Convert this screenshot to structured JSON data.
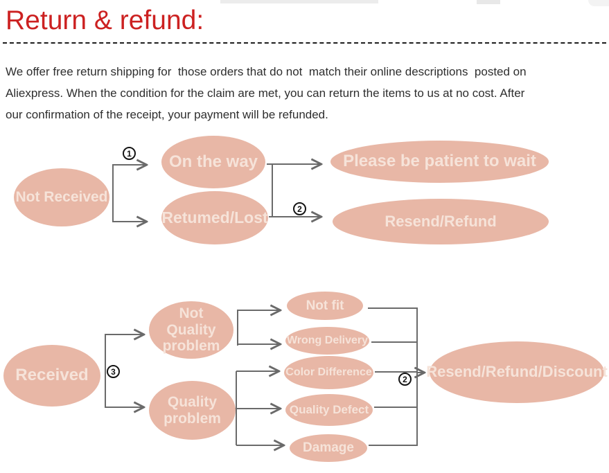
{
  "header": {
    "title": "Return & refund:"
  },
  "intro": {
    "lines": [
      "We offer free return shipping for  those orders that do not  match their online descriptions  posted on",
      "Aliexpress. When the condition for the claim are met, you can return the items to us at no cost. After",
      "our confirmation of the receipt, your payment will be refunded."
    ]
  },
  "colors": {
    "title_red": "#cc2121",
    "ellipse_fill": "#e8b7a6",
    "ellipse_text": "#f6e3d9",
    "connector_gray": "#6a6a6a"
  },
  "flow_not_received": {
    "nodes": {
      "not_received": "Not Received",
      "on_the_way": "On the way",
      "returned_lost": "Retumed/Lost",
      "please_wait": "Please be patient to wait",
      "resend_refund": "Resend/Refund"
    },
    "badges": {
      "step1": "1",
      "step2": "2"
    },
    "edges": [
      "Not Received -> On the way",
      "Not Received -> Retumed/Lost",
      "On the way -> Please be patient to wait",
      "Retumed/Lost -> Resend/Refund"
    ]
  },
  "flow_received": {
    "nodes": {
      "received": "Received",
      "not_quality_problem": "Not Quality problem",
      "quality_problem": "Quality problem",
      "not_fit": "Not fit",
      "wrong_delivery": "Wrong Delivery",
      "color_difference": "Color Difference",
      "quality_defect": "Quality Defect",
      "damage": "Damage",
      "resend_refund_discount": "Resend/Refund/Discount"
    },
    "badges": {
      "step3": "3",
      "step2": "2"
    },
    "edges": [
      "Received -> Not Quality problem",
      "Received -> Quality problem",
      "Not Quality problem -> Not fit",
      "Not Quality problem -> Wrong Delivery",
      "Quality problem -> Color Difference",
      "Quality problem -> Quality Defect",
      "Quality problem -> Damage",
      "Not fit / Wrong Delivery / Color Difference / Quality Defect / Damage -> Resend/Refund/Discount"
    ]
  }
}
